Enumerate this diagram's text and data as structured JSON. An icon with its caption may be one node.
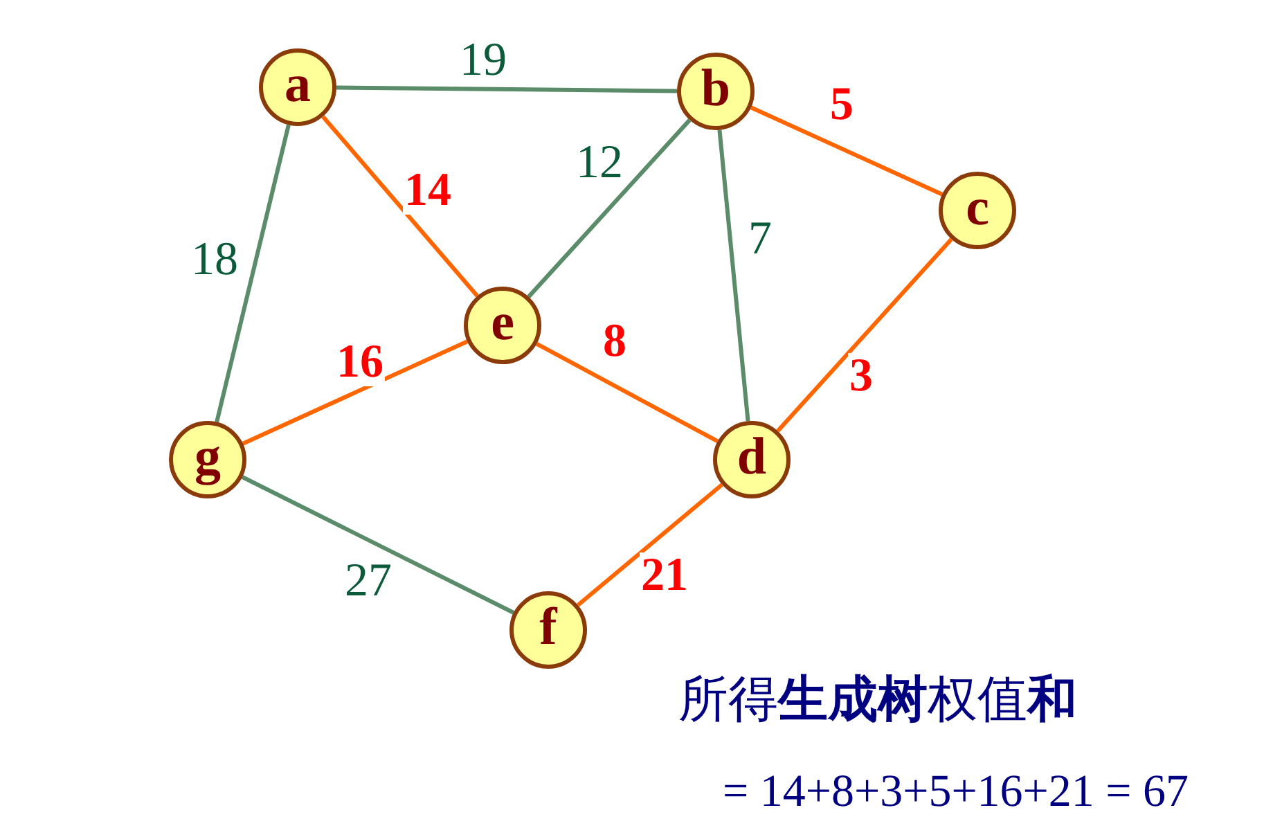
{
  "diagram": {
    "nodes": [
      {
        "text": [
          "a"
        ]
      },
      {
        "text": [
          "b"
        ]
      },
      {
        "text": [
          "c"
        ]
      },
      {
        "text": [
          "e"
        ]
      },
      {
        "text": [
          "g"
        ]
      },
      {
        "text": [
          "d"
        ]
      },
      {
        "text": [
          "f"
        ]
      }
    ],
    "edges": [
      {
        "from": 0,
        "to": 1,
        "arrow": "none",
        "label": "19",
        "color": "#5b8c69"
      },
      {
        "from": 0,
        "to": 3,
        "arrow": "none",
        "label": "14"
      },
      {
        "from": 0,
        "to": 4,
        "arrow": "none",
        "label": "18",
        "color": "#5b8c69"
      },
      {
        "from": 1,
        "to": 3,
        "arrow": "none",
        "label": "12",
        "color": "#5b8c69"
      },
      {
        "from": 1,
        "to": 2,
        "arrow": "none",
        "label": "5"
      },
      {
        "from": 1,
        "to": 5,
        "arrow": "none",
        "label": "7",
        "color": "#5b8c69"
      },
      {
        "from": 3,
        "to": 4,
        "arrow": "none",
        "label": "16"
      },
      {
        "from": 3,
        "to": 5,
        "arrow": "none",
        "label": "8"
      },
      {
        "from": 2,
        "to": 5,
        "arrow": "none",
        "label": "3"
      },
      {
        "from": 4,
        "to": 6,
        "arrow": "none",
        "label": "27",
        "color": "#5b8c69"
      },
      {
        "from": 5,
        "to": 6,
        "arrow": "none",
        "label": "21"
      }
    ],
    "labels": [
      "所得**生成树**权值**和**",
      "= 14+8+3+5+16+21 = 67"
    ]
  }
}
